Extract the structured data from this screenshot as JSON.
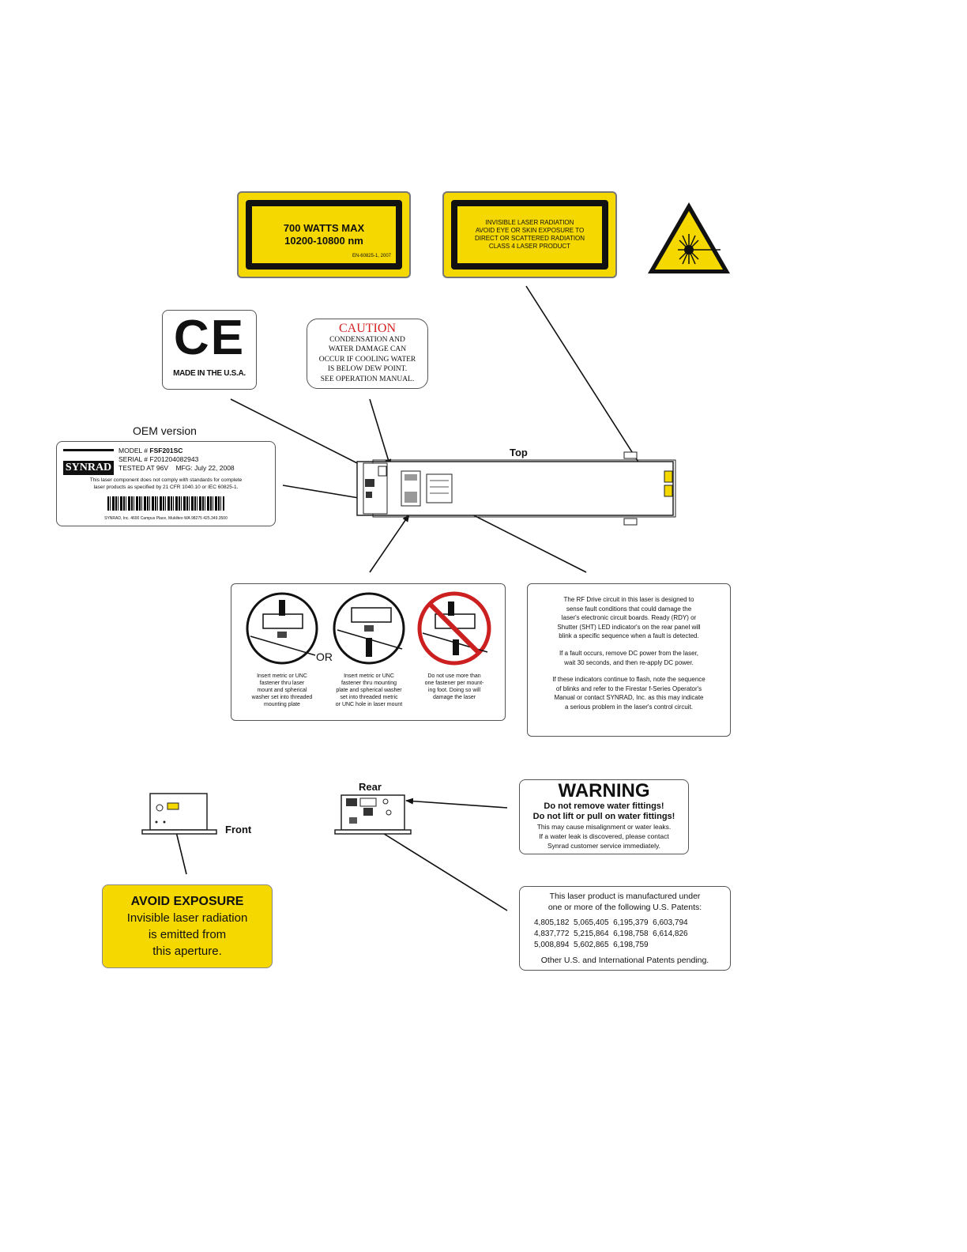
{
  "colors": {
    "label_yellow": "#f5d800",
    "caution_red": "#d42020",
    "prohibit_red": "#cc1f1f"
  },
  "power_label": {
    "line1": "700 WATTS MAX",
    "line2": "10200-10800 nm",
    "footnote": "EN-60825-1, 2007"
  },
  "radiation_label": {
    "lines": [
      "INVISIBLE LASER RADIATION",
      "AVOID EYE OR SKIN EXPOSURE TO",
      "DIRECT OR SCATTERED RADIATION",
      "CLASS 4 LASER PRODUCT"
    ]
  },
  "hazard_icon": "laser-hazard-triangle-icon",
  "ce_label": {
    "mark": "CE",
    "origin": "MADE IN THE U.S.A."
  },
  "caution_label": {
    "title": "CAUTION",
    "lines": [
      "CONDENSATION AND",
      "WATER DAMAGE CAN",
      "OCCUR IF COOLING WATER",
      "IS BELOW DEW POINT.",
      "SEE OPERATION MANUAL."
    ]
  },
  "oem_label": {
    "heading": "OEM version",
    "brand": "SYNRAD",
    "model_key": "MODEL #",
    "model_value": "FSF201SC",
    "serial_key": "SERIAL #",
    "serial_value": "F201204082943",
    "tested_key": "TESTED AT",
    "tested_value": "96V",
    "mfg_key": "MFG:",
    "mfg_value": "July 22, 2008",
    "notice_lines": [
      "This laser component does not comply with standards for complete",
      "laser products as specified by 21 CFR 1040.10 or IEC 60825-1."
    ],
    "address": "SYNRAD, Inc. 4600 Campus Place, Mukilteo WA 98275  425.349.3500"
  },
  "laser_views": {
    "top_label": "Top",
    "front_label": "Front",
    "rear_label": "Rear"
  },
  "mounting_label": {
    "or_text": "OR",
    "captions": [
      [
        "Insert metric or UNC",
        "fastener thru laser",
        "mount and spherical",
        "washer set into threaded",
        "mounting plate"
      ],
      [
        "Insert metric or UNC",
        "fastener thru mounting",
        "plate and spherical washer",
        "set into threaded metric",
        "or UNC hole in laser mount"
      ],
      [
        "Do not use more than",
        "one fastener per mount-",
        "ing foot. Doing so will",
        "damage the laser"
      ]
    ]
  },
  "rf_label": {
    "paragraphs": [
      [
        "The RF Drive circuit in this laser is designed to",
        "sense fault conditions that could damage the",
        "laser's electronic circuit boards. Ready (RDY) or",
        "Shutter (SHT) LED indicator's on the rear panel will",
        "blink a specific sequence when a fault is detected."
      ],
      [
        "If a fault occurs, remove DC power from the laser,",
        "wait 30 seconds, and then re-apply DC power."
      ],
      [
        "If these indicators continue to flash, note the sequence",
        "of blinks and refer to the Firestar f-Series Operator's",
        "Manual or contact SYNRAD, Inc. as this may indicate",
        "a serious problem in the laser's control circuit."
      ]
    ]
  },
  "warning_label": {
    "title": "WARNING",
    "bold_lines": [
      "Do not remove water fittings!",
      "Do not lift or pull on water fittings!"
    ],
    "lines": [
      "This may cause misalignment or water leaks.",
      "If a water leak is discovered, please contact",
      "Synrad customer service immediately."
    ]
  },
  "avoid_label": {
    "title": "AVOID EXPOSURE",
    "lines": [
      "Invisible laser radiation",
      "is emitted from",
      "this aperture."
    ]
  },
  "patent_label": {
    "intro": [
      "This laser product is manufactured under",
      "one or more of the following U.S. Patents:"
    ],
    "rows": [
      "4,805,182  5,065,405  6,195,379  6,603,794",
      "4,837,772  5,215,864  6,198,758  6,614,826",
      "5,008,894  5,602,865  6,198,759"
    ],
    "footer": "Other U.S. and International Patents pending."
  }
}
